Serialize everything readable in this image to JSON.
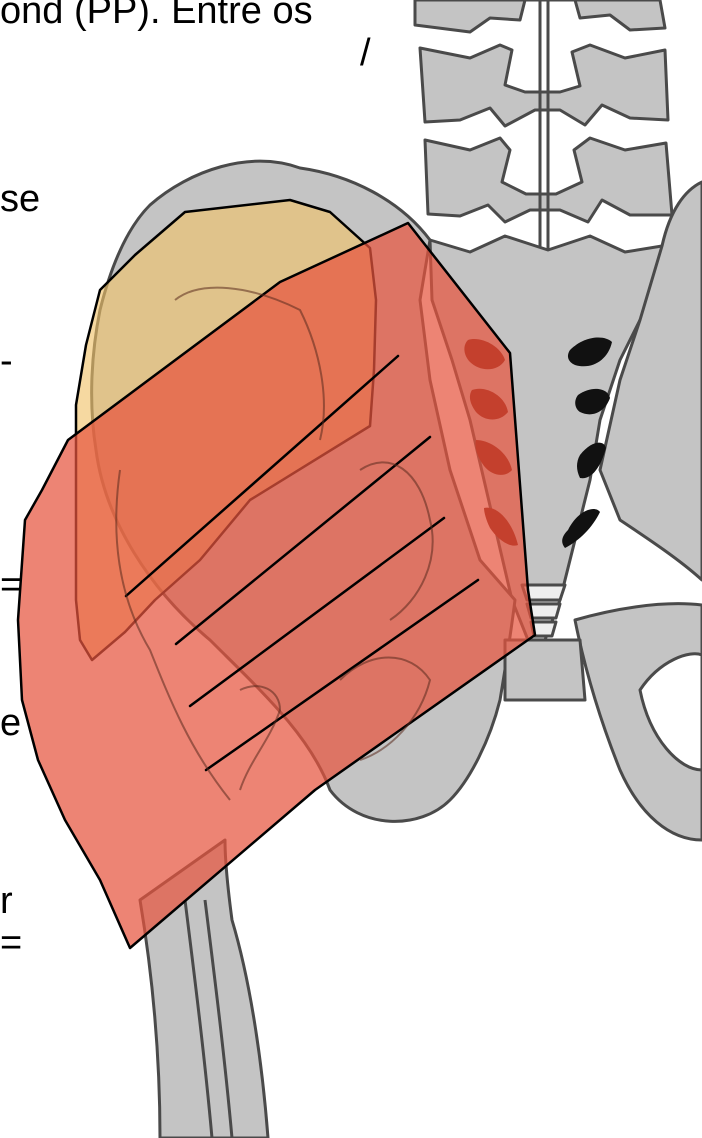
{
  "text_fragments": [
    "ond (PP). Entre os",
    "/",
    "se",
    "-",
    "=",
    "e",
    "r",
    "="
  ],
  "colors": {
    "background": "#ffffff",
    "bone_fill": "#c4c4c4",
    "bone_stroke": "#4a4a4a",
    "foramen_fill": "#111111",
    "foramen_red": "#6b0c00",
    "muscle_red": "#e6553f",
    "muscle_red_opacity": 0.72,
    "muscle_yellow": "#f0c268",
    "muscle_yellow_opacity": 0.62,
    "fiber_line": "#000000"
  }
}
